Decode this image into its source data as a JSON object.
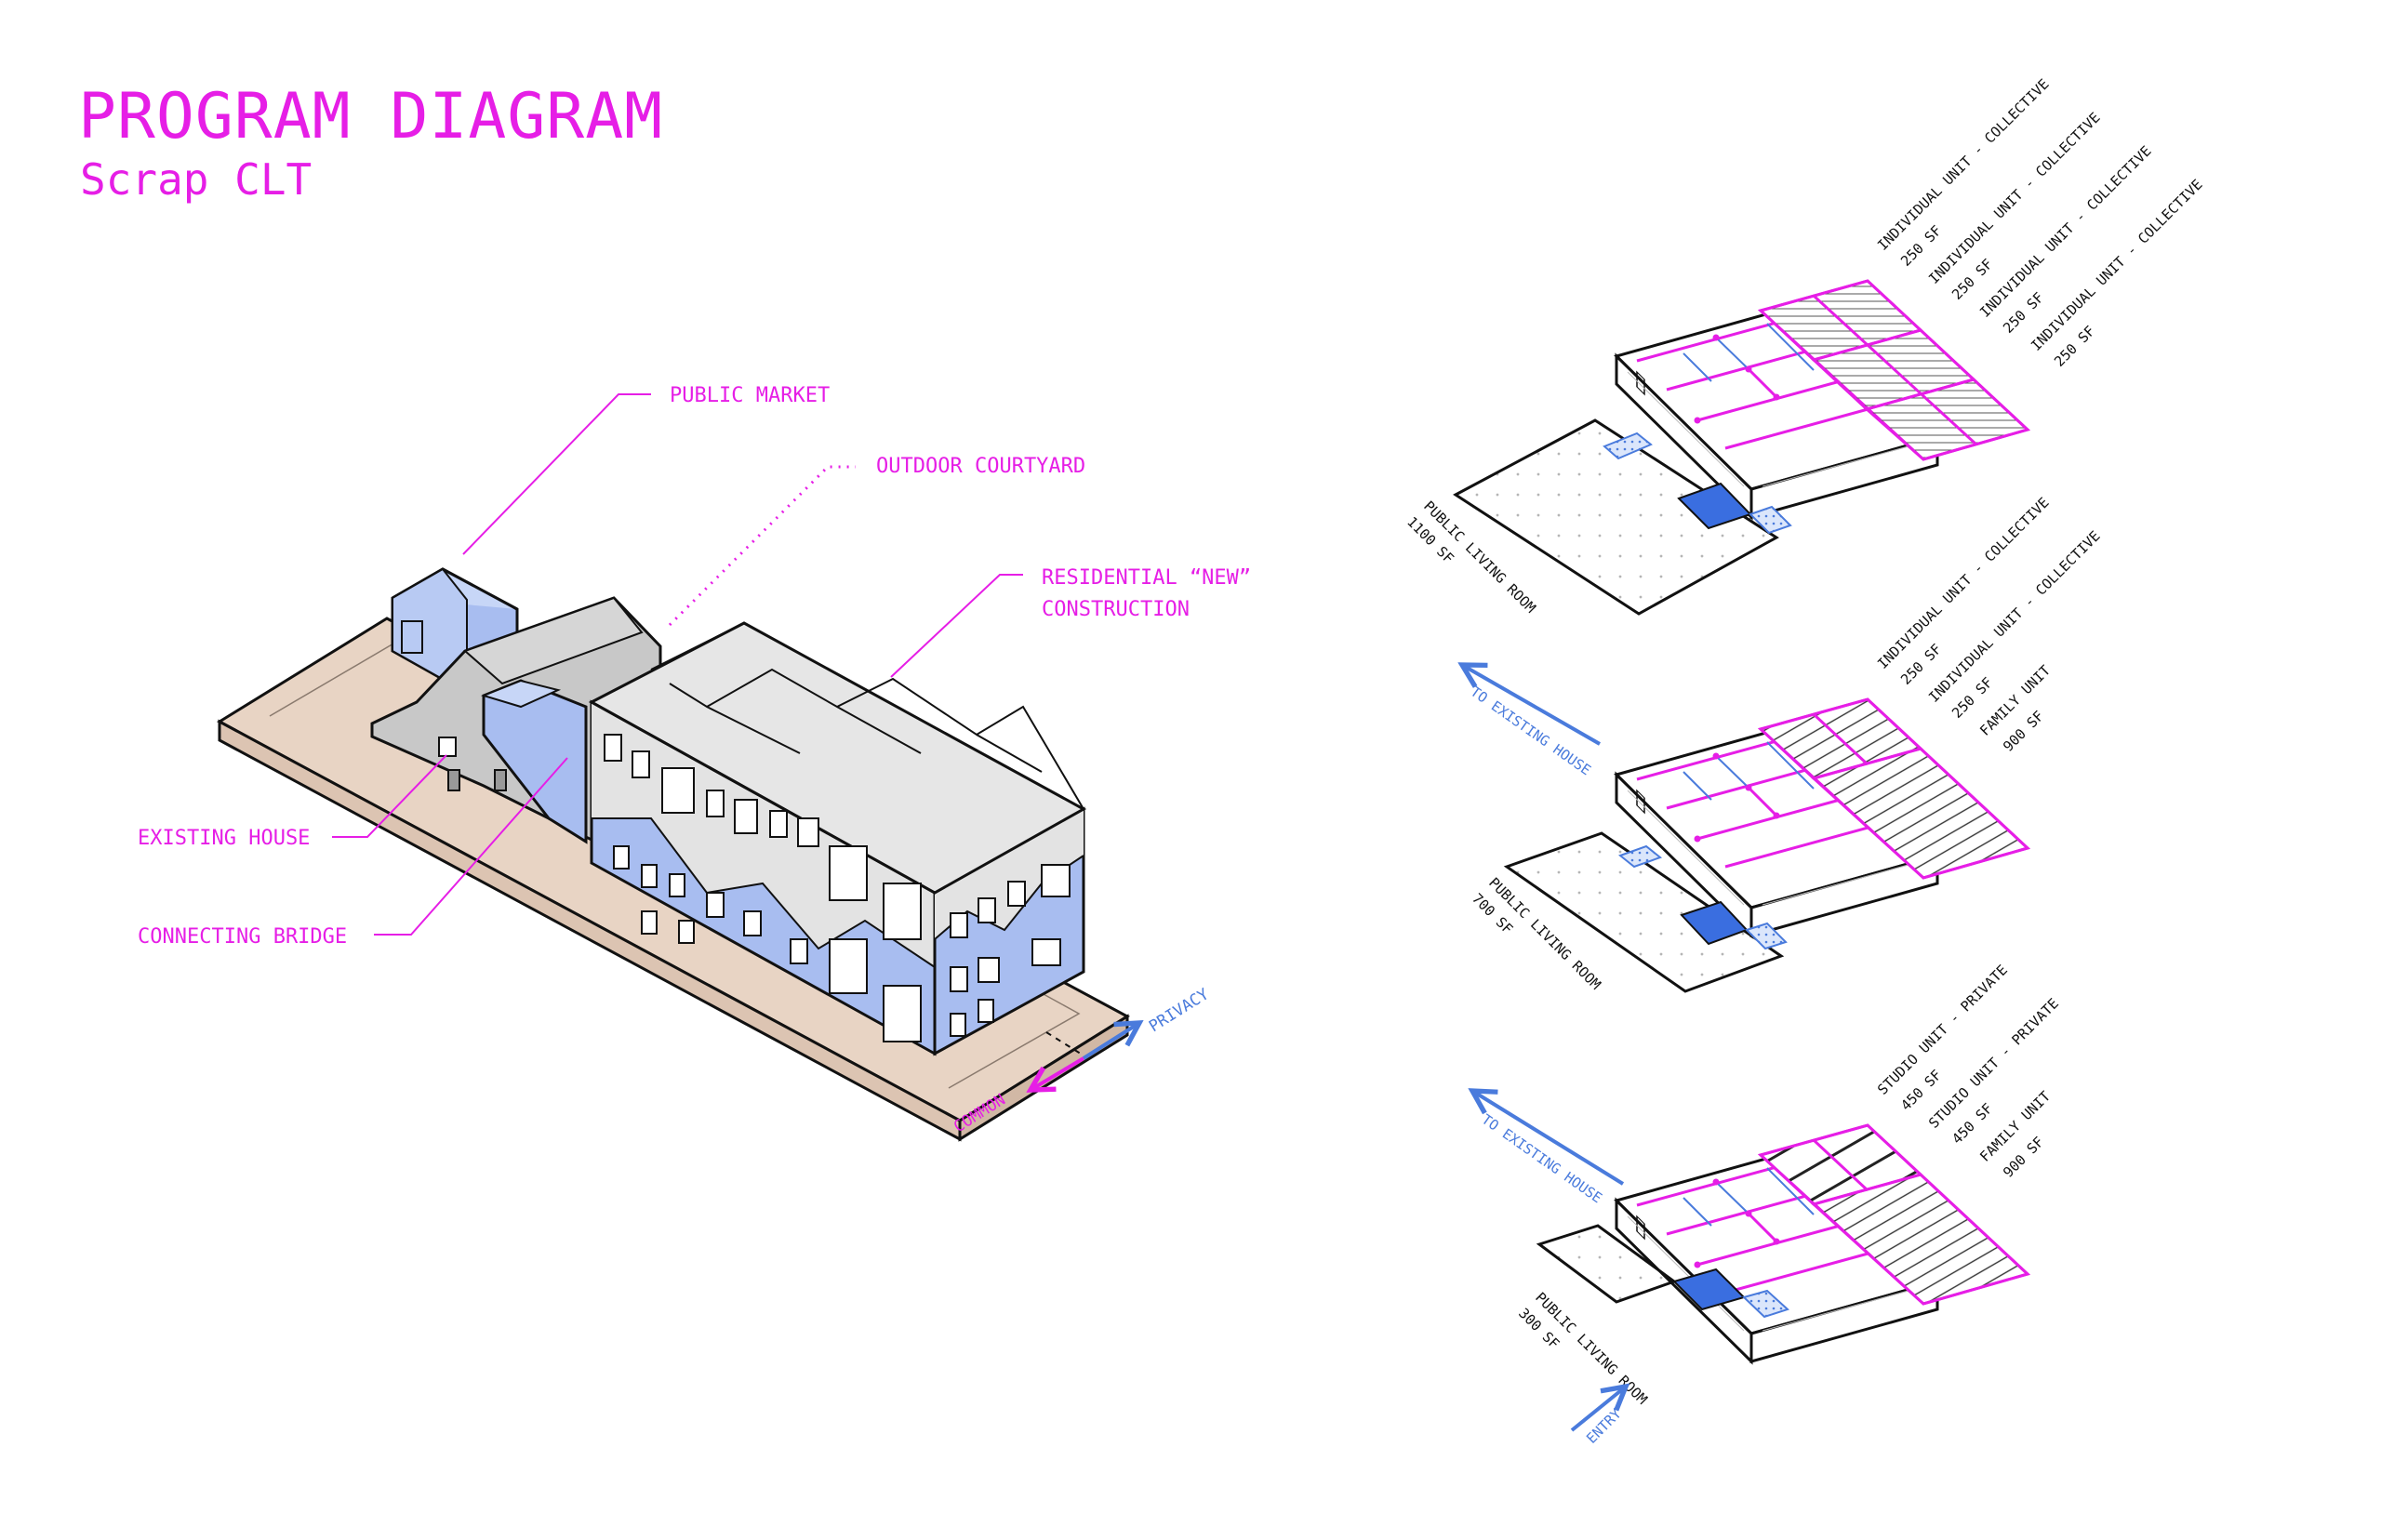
{
  "title": "PROGRAM DIAGRAM",
  "subtitle": "Scrap CLT",
  "colors": {
    "accent": "#e61ee6",
    "blue": "#4a7bdc",
    "facade": "#a8bdf0",
    "ground": "#e8d4c4"
  },
  "axo_labels": {
    "public_market": "PUBLIC MARKET",
    "outdoor_courtyard": "OUTDOOR COURTYARD",
    "residential_1": "RESIDENTIAL “NEW”",
    "residential_2": "CONSTRUCTION",
    "existing_house": "EXISTING HOUSE",
    "connecting_bridge": "CONNECTING BRIDGE",
    "common": "COMMON",
    "privacy": "PRIVACY"
  },
  "floors": [
    {
      "units": [
        {
          "name": "INDIVIDUAL UNIT - COLLECTIVE",
          "area": "250 SF"
        },
        {
          "name": "INDIVIDUAL UNIT - COLLECTIVE",
          "area": "250 SF"
        },
        {
          "name": "INDIVIDUAL UNIT - COLLECTIVE",
          "area": "250 SF"
        },
        {
          "name": "INDIVIDUAL UNIT - COLLECTIVE",
          "area": "250 SF"
        }
      ],
      "public": {
        "name": "PUBLIC LIVING ROOM",
        "area": "1100 SF"
      }
    },
    {
      "units": [
        {
          "name": "INDIVIDUAL UNIT - COLLECTIVE",
          "area": "250 SF"
        },
        {
          "name": "INDIVIDUAL UNIT - COLLECTIVE",
          "area": "250 SF"
        },
        {
          "name": "FAMILY UNIT",
          "area": "900 SF"
        }
      ],
      "public": {
        "name": "PUBLIC LIVING ROOM",
        "area": "700 SF"
      },
      "arrow_label": "TO EXISTING HOUSE"
    },
    {
      "units": [
        {
          "name": "STUDIO UNIT - PRIVATE",
          "area": "450 SF"
        },
        {
          "name": "STUDIO UNIT - PRIVATE",
          "area": "450 SF"
        },
        {
          "name": "FAMILY UNIT",
          "area": "900 SF"
        }
      ],
      "public": {
        "name": "PUBLIC LIVING ROOM",
        "area": "300 SF"
      },
      "arrow_label": "TO EXISTING HOUSE",
      "entry_label": "ENTRY"
    }
  ]
}
